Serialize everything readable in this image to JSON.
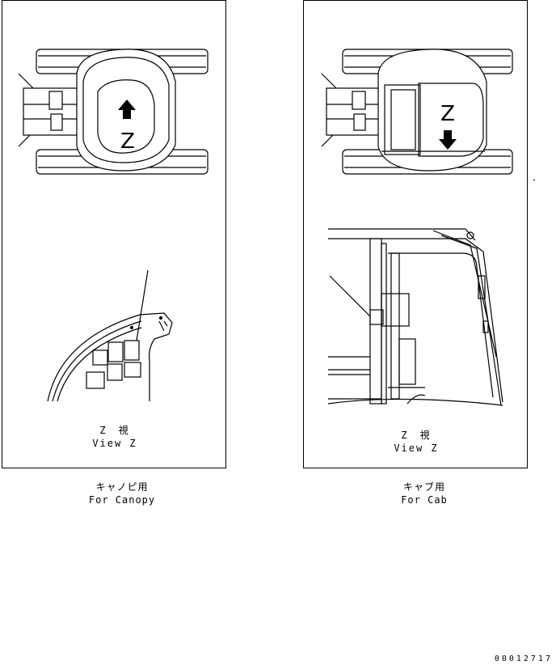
{
  "canopy": {
    "top_view_letter": "Z",
    "view_label_jp": "Z　視",
    "view_label_en": "View Z",
    "caption_jp": "キャノピ用",
    "caption_en": "For Canopy"
  },
  "cab": {
    "top_view_letter": "Z",
    "view_label_jp": "Z　視",
    "view_label_en": "View Z",
    "caption_jp": "キャブ用",
    "caption_en": "For Cab"
  },
  "document_number": "00012717"
}
